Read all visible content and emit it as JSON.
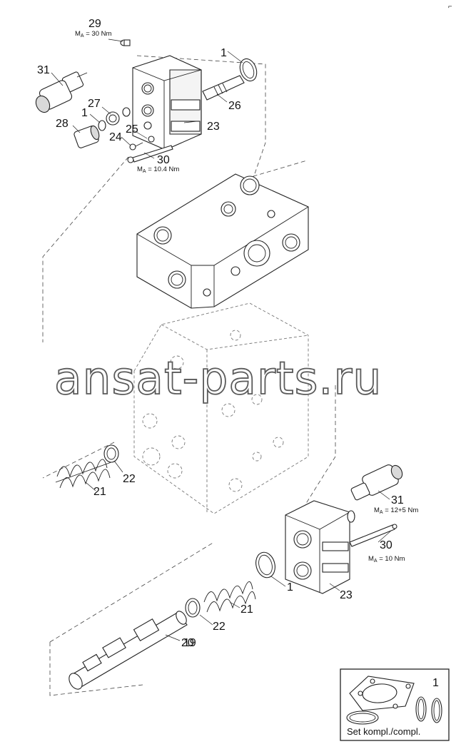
{
  "corner_mark": "⌐",
  "watermark": "ansat-parts.ru",
  "torques": {
    "t29": {
      "m": "M",
      "sub": "A",
      "rest": " = 30 Nm"
    },
    "t30_top": {
      "m": "M",
      "sub": "A",
      "rest": " = 10.4 Nm"
    },
    "t31_bottom": {
      "m": "M",
      "sub": "A",
      "rest": "  = 12+5 Nm"
    },
    "t30_bottom": {
      "m": "M",
      "sub": "A",
      "rest": " = 10 Nm"
    }
  },
  "callouts": {
    "c29": "29",
    "c31_top": "31",
    "c1_top": "1",
    "c27": "27",
    "c1_mid": "1",
    "c28": "28",
    "c25": "25",
    "c24": "24",
    "c26": "26",
    "c23_top": "23",
    "c30_top": "30",
    "c22_left": "22",
    "c21_left": "21",
    "c31_bottom": "31",
    "c30_bottom": "30",
    "c1_bottom": "1",
    "c23_bottom": "23",
    "c21_bottom": "21",
    "c22_bottom": "22",
    "c20": "20",
    "c19": "19"
  },
  "set_box": {
    "number": "1",
    "label": "Set kompl./compl."
  }
}
